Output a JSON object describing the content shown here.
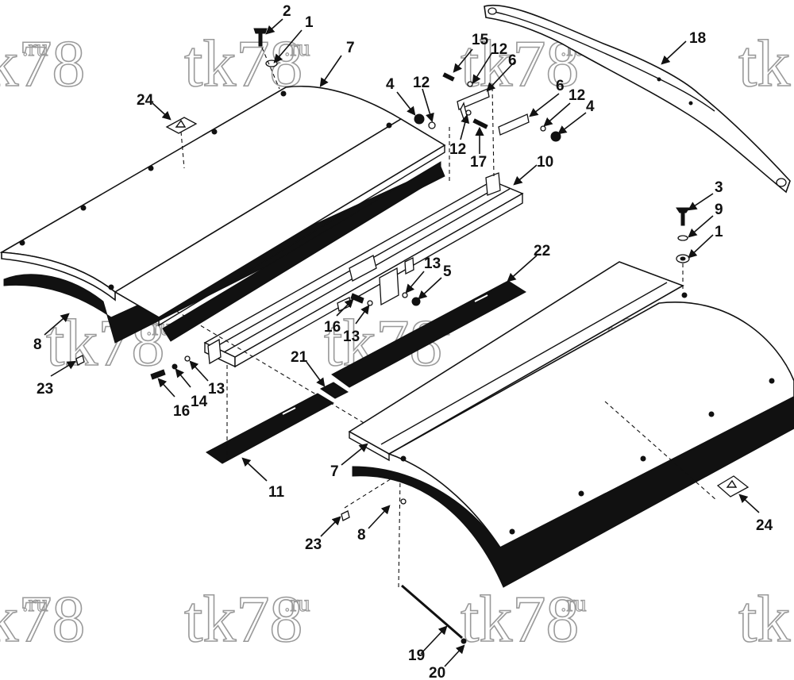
{
  "watermark": {
    "main": "tk78",
    "suffix": ".ru"
  },
  "callouts": {
    "c2": "2",
    "c1a": "1",
    "c7a": "7",
    "c24a": "24",
    "c15": "15",
    "c12a": "12",
    "c6a": "6",
    "c4a": "4",
    "c12b": "12",
    "c6b": "6",
    "c12c": "12",
    "c4b": "4",
    "c12d": "12",
    "c17": "17",
    "c18": "18",
    "c10": "10",
    "c3": "3",
    "c9": "9",
    "c1b": "1",
    "c22": "22",
    "c13a": "13",
    "c5": "5",
    "c16a": "16",
    "c13b": "13",
    "c8a": "8",
    "c23a": "23",
    "c21": "21",
    "c16b": "16",
    "c14": "14",
    "c13c": "13",
    "c11": "11",
    "c7b": "7",
    "c23b": "23",
    "c8b": "8",
    "c24b": "24",
    "c19": "19",
    "c20": "20"
  }
}
